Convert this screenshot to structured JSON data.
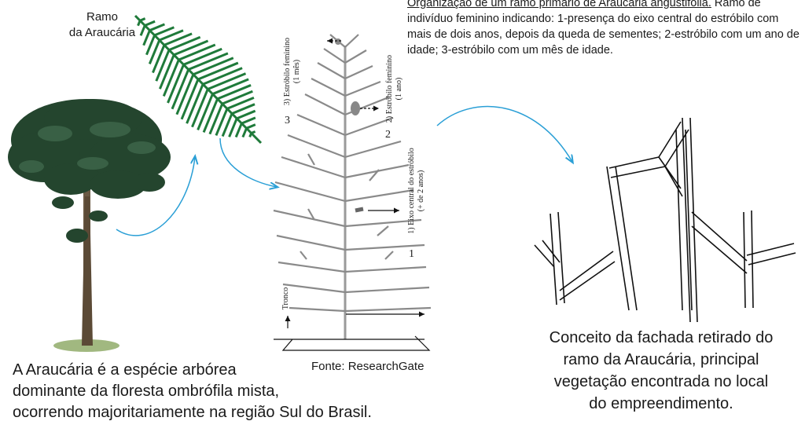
{
  "ramo_label": "Ramo\nda Araucária",
  "caption_left": "A Araucária é a espécie arbórea\ndominante da floresta ombrófila mista,\nocorrendo majoritariamente na região Sul do Brasil.",
  "fonte": "Fonte: ResearchGate",
  "organizacao": {
    "title": "Organização de um ramo primário de Araucaria angustifolia.",
    "text": " Ramo de indivíduo feminino indicando: 1-presença do eixo central do estróbilo com mais de dois anos, depois da queda de sementes; 2-estróbilo com um ano de idade; 3-estróbilo com um mês de idade."
  },
  "diagram": {
    "label_3": "3) Estróbilo feminino\n(1 mês)",
    "num_3": "3",
    "label_2": "2) Estróbilo feminino\n(1 ano)",
    "num_2": "2",
    "label_1": "1) Eixo central do estróbilo\n(+ de 2 anos)",
    "num_1": "1",
    "tronco": "Tronco"
  },
  "caption_right": "Conceito da fachada retirado do\nramo da Araucária, principal\nvegetação encontrada no local\ndo empreendimento.",
  "colors": {
    "arrow": "#2a9fd6",
    "leaf": "#1f7a3a",
    "foliage": "#24452e",
    "trunk": "#6b5a44"
  }
}
